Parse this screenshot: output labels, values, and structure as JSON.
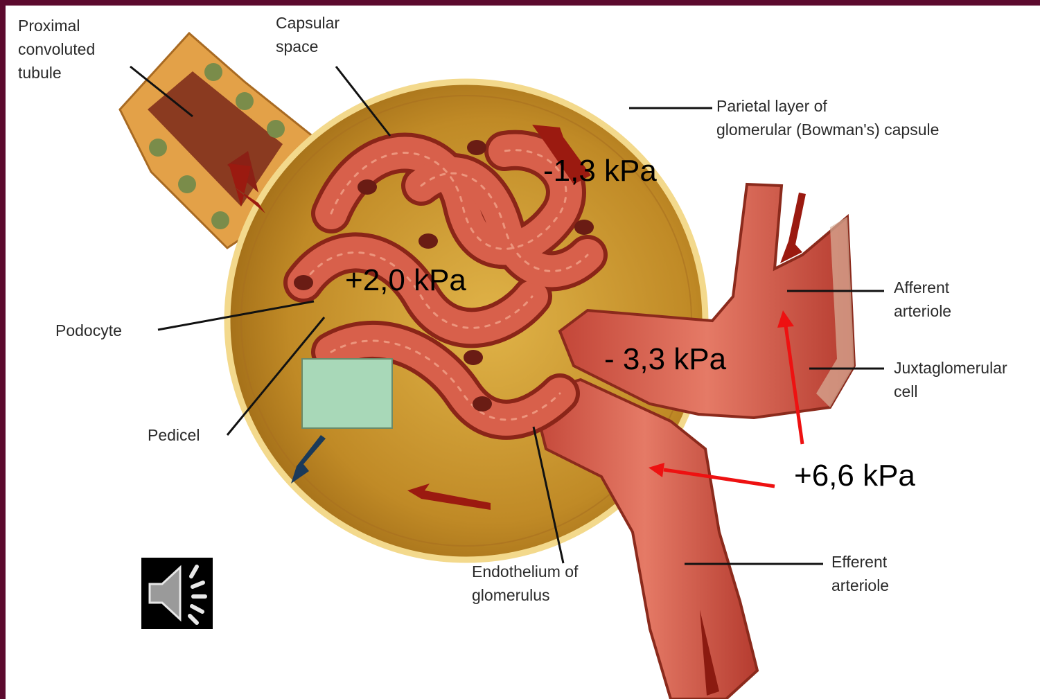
{
  "labels": {
    "proximal_tubule": [
      "Proximal",
      "convoluted",
      "tubule"
    ],
    "capsular_space": [
      "Capsular",
      "space"
    ],
    "parietal_layer": [
      "Parietal layer of",
      "glomerular (Bowman's) capsule"
    ],
    "afferent_arteriole": [
      "Afferent",
      "arteriole"
    ],
    "juxtaglomerular_cell": [
      "Juxtaglomerular",
      "cell"
    ],
    "podocyte": "Podocyte",
    "pedicel": "Pedicel",
    "endothelium": [
      "Endothelium of",
      "glomerulus"
    ],
    "efferent_arteriole": [
      "Efferent",
      "arteriole"
    ]
  },
  "pressures": {
    "capsule": "-1,3 kPa",
    "glomerulus": "+2,0 kPa",
    "oncotic": "- 3,3 kPa",
    "capillary": "+6,6 kPa"
  },
  "colors": {
    "frame": "#5c0a2e",
    "capsule": "#c99a2e",
    "vessel": "#d4594a",
    "pressure_arrow": "#ee1111"
  },
  "icons": {
    "audio": "speaker-icon"
  }
}
